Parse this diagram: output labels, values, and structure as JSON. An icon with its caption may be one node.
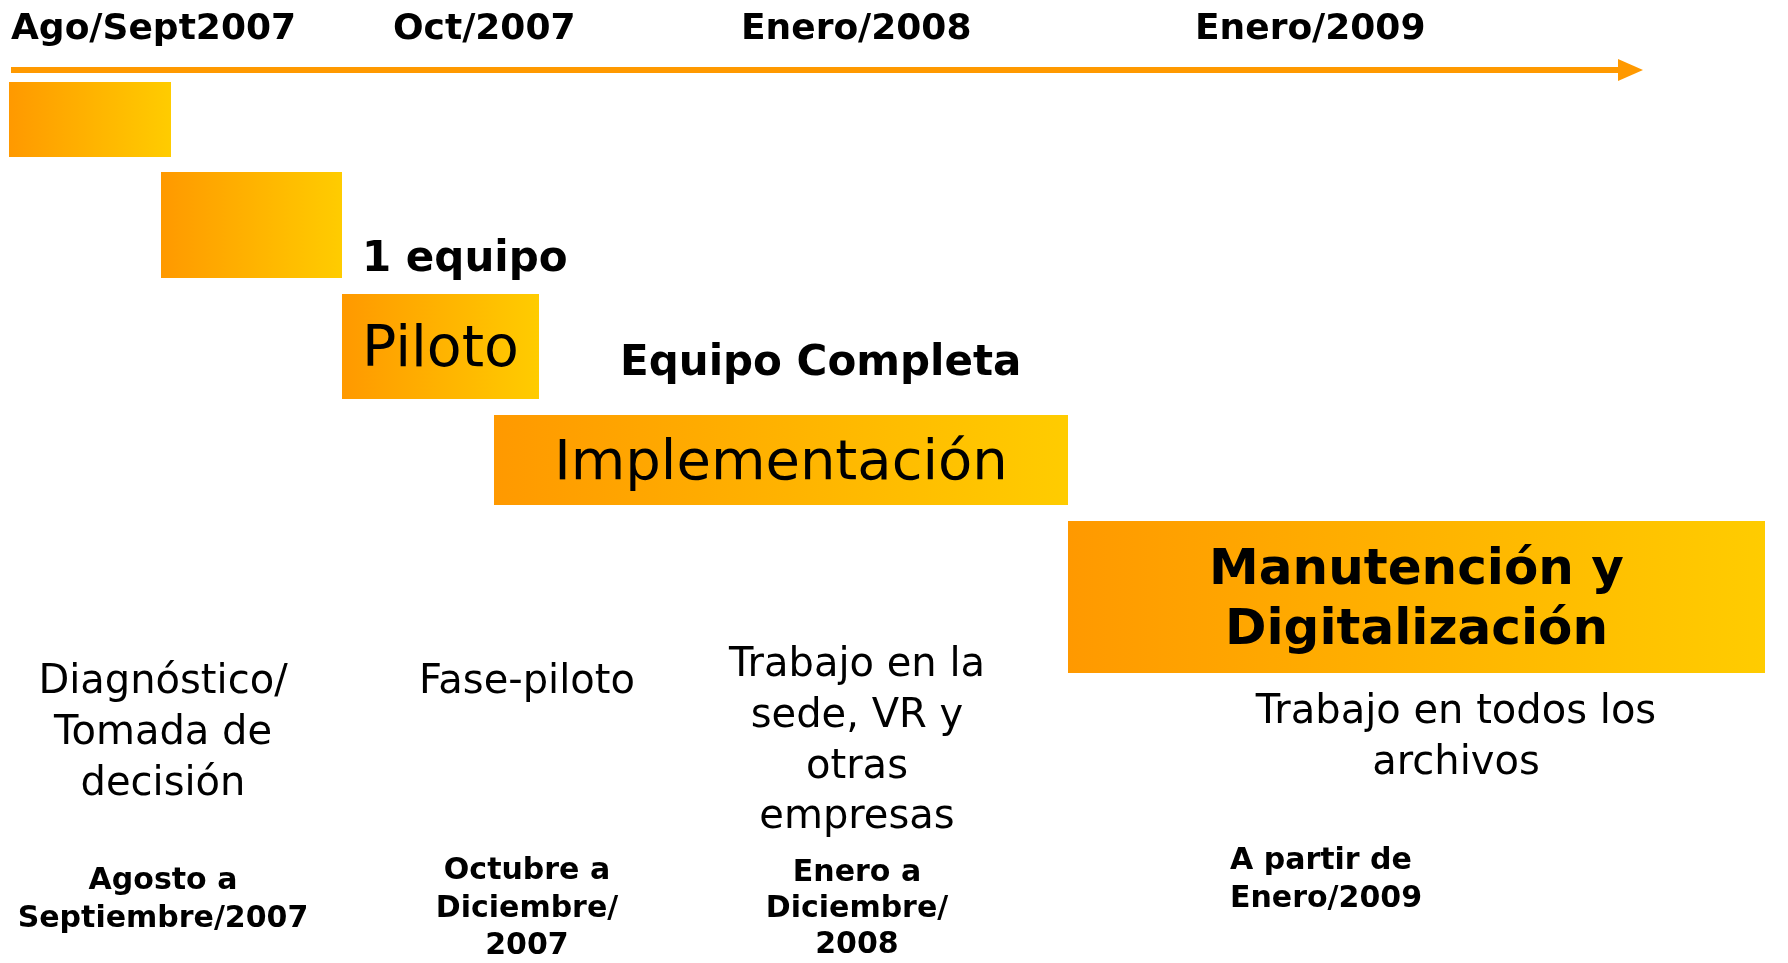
{
  "diagram": {
    "nodes": [
      {
        "text": [],
        "shape": "box"
      },
      {
        "text": [],
        "shape": "box"
      },
      {
        "text": [
          "Piloto"
        ]
      },
      {
        "text": [
          "Implementación"
        ]
      },
      {
        "text": [
          "Manutención y Digitalización"
        ]
      }
    ],
    "labels": [
      "Ago/Sept2007",
      "Oct/2007",
      "Enero/2008",
      "Enero/2009",
      "1 equipo",
      "Equipo Completa",
      "Diagnóstico/ Tomada de decisión",
      "Fase-piloto",
      "Trabajo en la sede, VR y otras empresas",
      "Trabajo en todos los archivos",
      "Agosto a Septiembre/2007",
      "Octubre a Diciembre/ 2007",
      "Enero a Diciembre/ 2008",
      "A partir de Enero/2009"
    ]
  }
}
